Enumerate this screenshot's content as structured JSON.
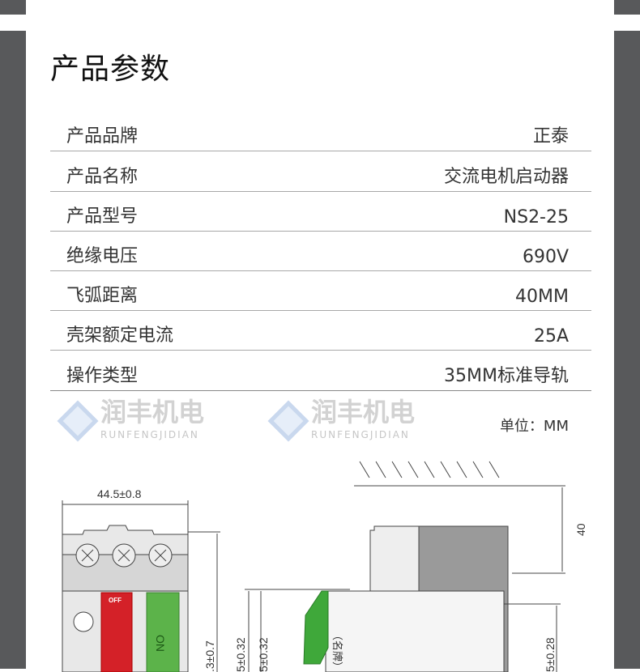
{
  "section_title": "产品参数",
  "params": [
    {
      "label": "产品品牌",
      "value": "正泰"
    },
    {
      "label": "产品名称",
      "value": "交流电机启动器"
    },
    {
      "label": "产品型号",
      "value": "NS2-25"
    },
    {
      "label": "绝缘电压",
      "value": "690V"
    },
    {
      "label": "飞弧距离",
      "value": "40MM"
    },
    {
      "label": "壳架额定电流",
      "value": "25A"
    },
    {
      "label": "操作类型",
      "value": "35MM标准导轨"
    }
  ],
  "unit_label": "单位：MM",
  "drawing": {
    "width_dim": "44.5±0.8",
    "height_dim": ".3±0.7",
    "dim_a": "5±0.32",
    "dim_b": "5±0.32",
    "clearance_dim": "40",
    "side_dim": "5±0.28",
    "off_label": "OFF",
    "on_label": "ON",
    "nameplate_label": "（名牌）"
  },
  "watermark": {
    "cn": "润丰机电",
    "en": "RUNFENGJIDIAN"
  }
}
